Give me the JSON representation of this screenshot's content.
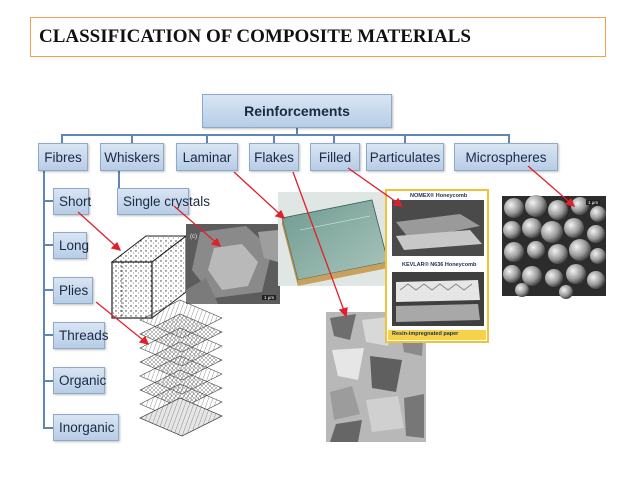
{
  "title": "CLASSIFICATION OF COMPOSITE MATERIALS",
  "root": {
    "label": "Reinforcements"
  },
  "categories": [
    {
      "label": "Fibres"
    },
    {
      "label": "Whiskers"
    },
    {
      "label": "Laminar"
    },
    {
      "label": "Flakes"
    },
    {
      "label": "Filled"
    },
    {
      "label": "Particulates"
    },
    {
      "label": "Microspheres"
    }
  ],
  "fibre_types": [
    {
      "label": "Short"
    },
    {
      "label": "Long"
    },
    {
      "label": "Plies"
    },
    {
      "label": "Threads"
    },
    {
      "label": "Organic"
    },
    {
      "label": "Inorganic"
    }
  ],
  "whisker_types": [
    {
      "label": "Single crystals"
    }
  ],
  "images": {
    "nomex_label": "NOMEX® Honeycomb",
    "kevlar_label": "KEVLAR® N636 Honeycomb",
    "resin_label": "Resin-impregnated paper",
    "whisker_scale": "1 µm",
    "sphere_scale": "1 µm"
  },
  "colors": {
    "node_fill": "#c8d9ee",
    "connector": "#5f86b5",
    "arrow": "#e0202a",
    "title_border": "#f0a050"
  }
}
